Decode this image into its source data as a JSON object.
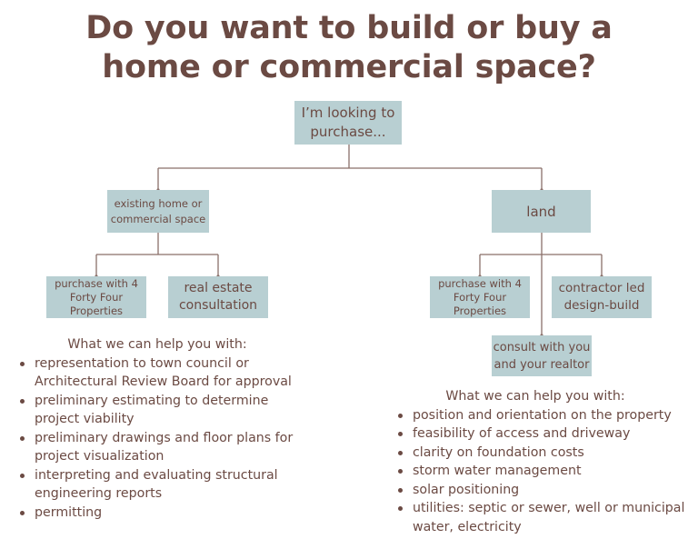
{
  "title": {
    "line1": "Do you want to build or buy a",
    "line2": "home or commercial space?"
  },
  "root": {
    "line1": "I’m looking to",
    "line2": "purchase..."
  },
  "existing": {
    "line1": "existing home or",
    "line2": "commercial space"
  },
  "land": {
    "label": "land"
  },
  "existing_children": {
    "purchase": {
      "line1": "purchase with 4",
      "line2": "Forty Four",
      "line3": "Properties"
    },
    "consult": {
      "line1": "real estate",
      "line2": "consultation"
    }
  },
  "land_children": {
    "purchase": {
      "line1": "purchase with 4",
      "line2": "Forty Four",
      "line3": "Properties"
    },
    "contractor": {
      "line1": "contractor led",
      "line2": "design-build"
    },
    "realtor": {
      "line1": "consult with you",
      "line2": "and your realtor"
    }
  },
  "left_help": {
    "heading": "What we can help you with:",
    "items": [
      {
        "line1": "representation to town council or",
        "line2": "Architectural Review Board for approval"
      },
      {
        "line1": "preliminary estimating to determine",
        "line2": "project viability"
      },
      {
        "line1": "preliminary drawings and floor plans for",
        "line2": "project visualization"
      },
      {
        "line1": "interpreting and evaluating structural",
        "line2": "engineering reports"
      },
      {
        "line1": "permitting"
      }
    ]
  },
  "right_help": {
    "heading": "What we can help you with:",
    "items": [
      {
        "line1": "position and orientation on the property"
      },
      {
        "line1": "feasibility of access and driveway"
      },
      {
        "line1": "clarity on foundation costs"
      },
      {
        "line1": "storm water management"
      },
      {
        "line1": "solar positioning"
      },
      {
        "line1": "utilities: septic or sewer, well or municipal",
        "line2": "water, electricity"
      }
    ]
  },
  "colors": {
    "text": "#6b4a43",
    "box": "#b8cfd2",
    "line": "#8a6f69"
  }
}
